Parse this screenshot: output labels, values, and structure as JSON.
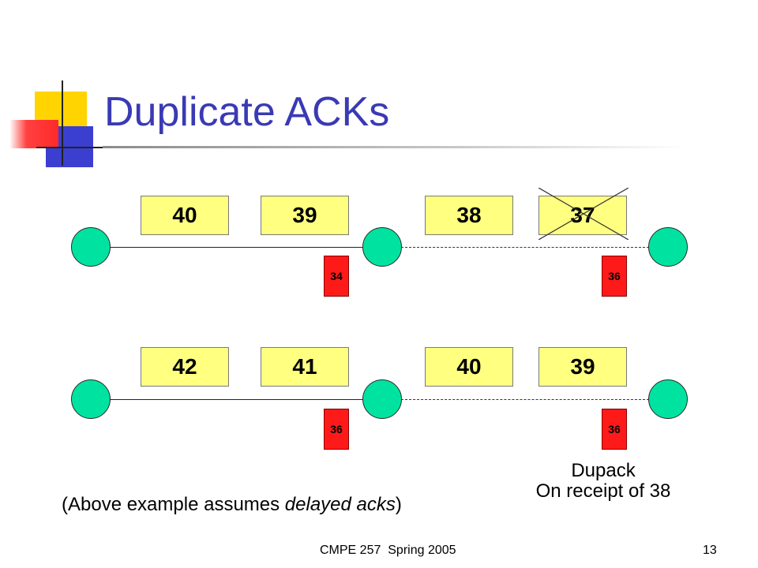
{
  "slide": {
    "title": "Duplicate ACKs",
    "footer_center": "CMPE 257  Spring 2005",
    "page_number": "13"
  },
  "row1": {
    "packets": [
      "40",
      "39",
      "38",
      "37"
    ],
    "acks": [
      "34",
      "36"
    ],
    "dropped_packet": "37"
  },
  "row2": {
    "packets": [
      "42",
      "41",
      "40",
      "39"
    ],
    "acks": [
      "36",
      "36"
    ]
  },
  "annotation": {
    "line1": "Dupack",
    "line2": "On receipt of 38"
  },
  "note": {
    "prefix": "(Above example assumes ",
    "emphasis": "delayed acks",
    "suffix": ")"
  },
  "colors": {
    "title": "#3a3ab5",
    "packet_fill": "#ffff80",
    "ack_fill": "#ff1a1a",
    "node_fill": "#00e3a0"
  }
}
